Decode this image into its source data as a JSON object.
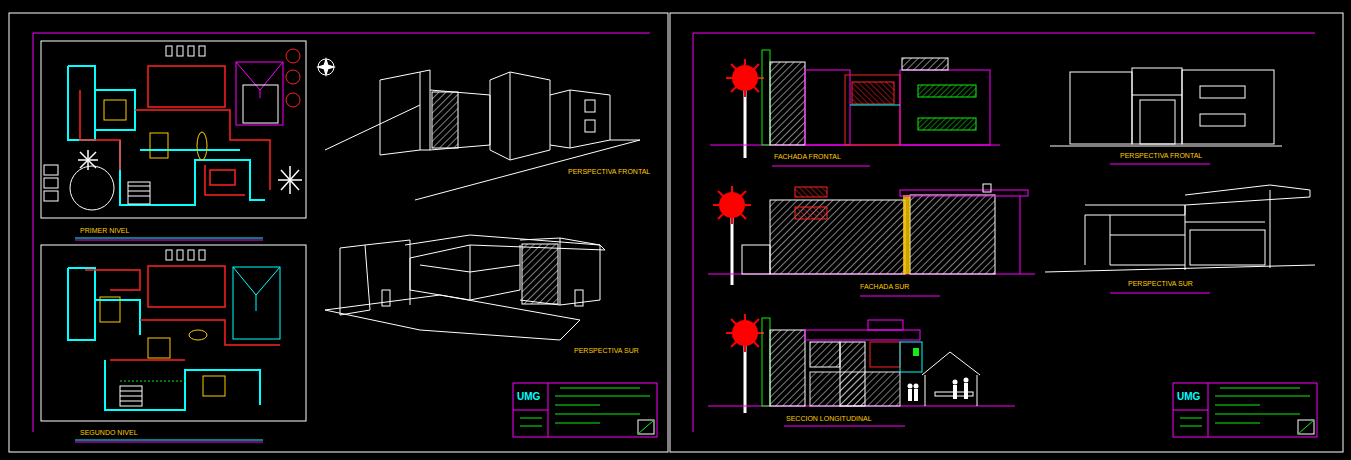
{
  "diagram": {
    "labels": [
      "PRIMER NIVEL",
      "SEGUNDO NIVEL",
      "PERSPECTIVA FRONTAL",
      "PERSPECTIVA SUR",
      "FACHADA FRONTAL",
      "PERSPECTIVA FRONTAL",
      "FACHADA SUR",
      "PERSPECTIVA SUR",
      "SECCION LONGITUDINAL",
      "UMG",
      "UMG"
    ]
  }
}
